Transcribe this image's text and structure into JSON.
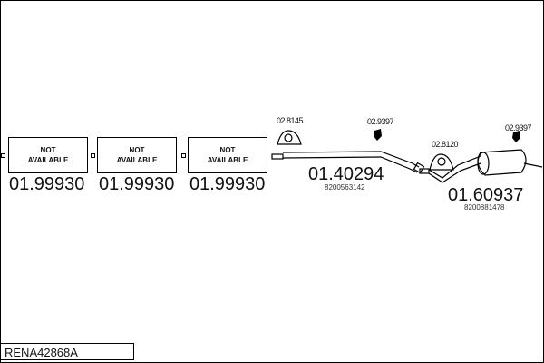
{
  "code": "RENA42868A",
  "unavailable": [
    {
      "label_1": "NOT",
      "label_2": "AVAILABLE",
      "part": "01.99930"
    },
    {
      "label_1": "NOT",
      "label_2": "AVAILABLE",
      "part": "01.99930"
    },
    {
      "label_1": "NOT",
      "label_2": "AVAILABLE",
      "part": "01.99930"
    }
  ],
  "parts": [
    {
      "part": "01.40294",
      "oem": "8200563142"
    },
    {
      "part": "01.60937",
      "oem": "8200881478"
    }
  ],
  "accessories": [
    "02.8145",
    "02.9397",
    "02.8120",
    "02.9397"
  ]
}
